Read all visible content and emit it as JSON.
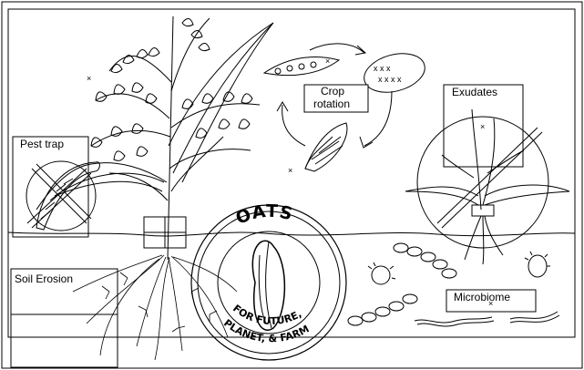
{
  "labels": {
    "pest_trap": "Pest trap",
    "crop_rotation_line1": "Crop",
    "crop_rotation_line2": "rotation",
    "exudates": "Exudates",
    "soil_erosion": "Soil Erosion",
    "microbiome": "Microbiome"
  },
  "badge": {
    "title": "OATS",
    "line1": "FOR FUTURE,",
    "line2": "PLANET, & FARM"
  },
  "colors": {
    "ink": "#000000",
    "paper": "#ffffff"
  }
}
